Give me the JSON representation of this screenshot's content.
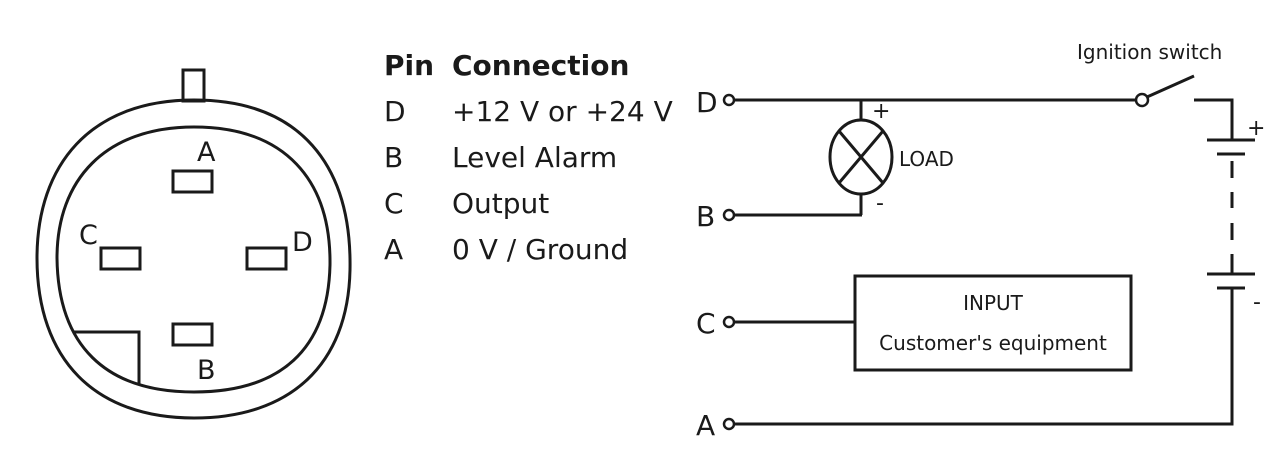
{
  "connector": {
    "pins": [
      {
        "id": "A",
        "label": "A"
      },
      {
        "id": "B",
        "label": "B"
      },
      {
        "id": "C",
        "label": "C"
      },
      {
        "id": "D",
        "label": "D"
      }
    ]
  },
  "pin_table": {
    "headers": {
      "pin": "Pin",
      "connection": "Connection"
    },
    "rows": [
      {
        "pin": "D",
        "connection": "+12 V or +24 V"
      },
      {
        "pin": "B",
        "connection": "Level Alarm"
      },
      {
        "pin": "C",
        "connection": "Output"
      },
      {
        "pin": "A",
        "connection": "0 V / Ground"
      }
    ]
  },
  "circuit": {
    "terminals": {
      "D": "D",
      "B": "B",
      "C": "C",
      "A": "A"
    },
    "load": {
      "label": "LOAD",
      "plus": "+",
      "minus": "-"
    },
    "ignition_switch_label": "Ignition switch",
    "battery": {
      "plus": "+",
      "minus": "-"
    },
    "input_box": {
      "line1": "INPUT",
      "line2": "Customer's equipment"
    }
  }
}
